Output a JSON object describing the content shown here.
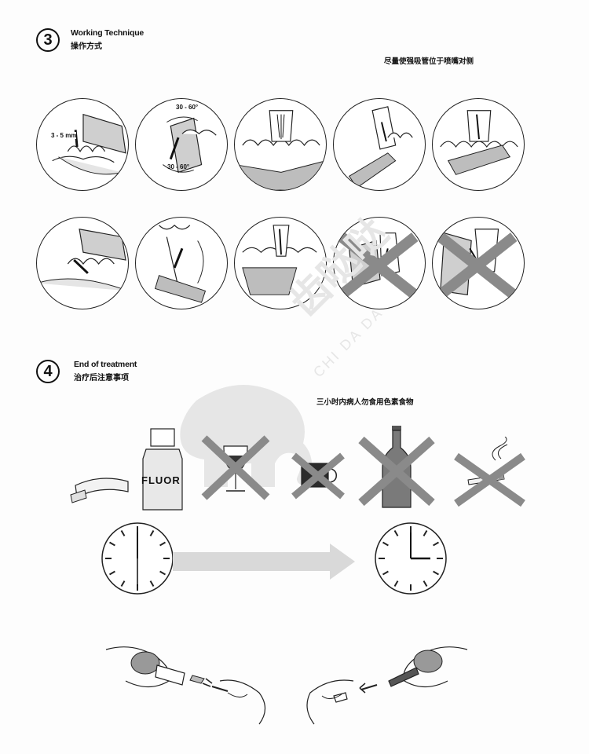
{
  "section3": {
    "number": "3",
    "title_en": "Working Technique",
    "title_zh": "操作方式",
    "note": "尽量使强吸管位于喷嘴对侧",
    "angle_label_1": "30 - 60°",
    "angle_label_2": "30 - 60°",
    "depth_label": "3 - 5 mm"
  },
  "section4": {
    "number": "4",
    "title_en": "End of treatment",
    "title_zh": "治疗后注意事项",
    "note": "三小时内病人勿食用色素食物",
    "bottle_label": "FLUOR"
  },
  "watermark": {
    "text_zh": "齿哒哒",
    "text_en": "CHI DA DA"
  },
  "colors": {
    "cross": "#8a8a8a",
    "arrow": "#d9d9d9",
    "watermark": "#e6e6e6"
  }
}
